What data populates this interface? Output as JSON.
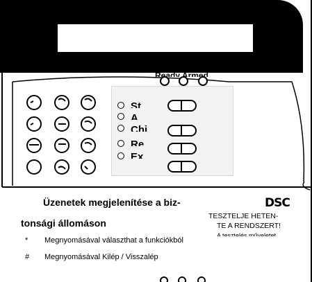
{
  "device": {
    "status_caption": "Ready    Armed"
  },
  "function_keys": {
    "labels": [
      "St",
      "A",
      "Chi",
      "Re",
      "Ex"
    ]
  },
  "info_card": {
    "title_line1": "Üzenetek megjelenítése a biz-",
    "title_line2": "tonsági állomáson",
    "brand": "DSC",
    "test_line1": "TESZTELJE HETEN-",
    "test_line2": "TE A RENDSZERT!",
    "test_line3": "A tesztelés műveletet",
    "instructions": [
      {
        "symbol": "*",
        "text": "Megnyomásával választhat a funkciókból"
      },
      {
        "symbol": "#",
        "text": "Megnyomásával Kilép / Visszalép"
      }
    ]
  }
}
